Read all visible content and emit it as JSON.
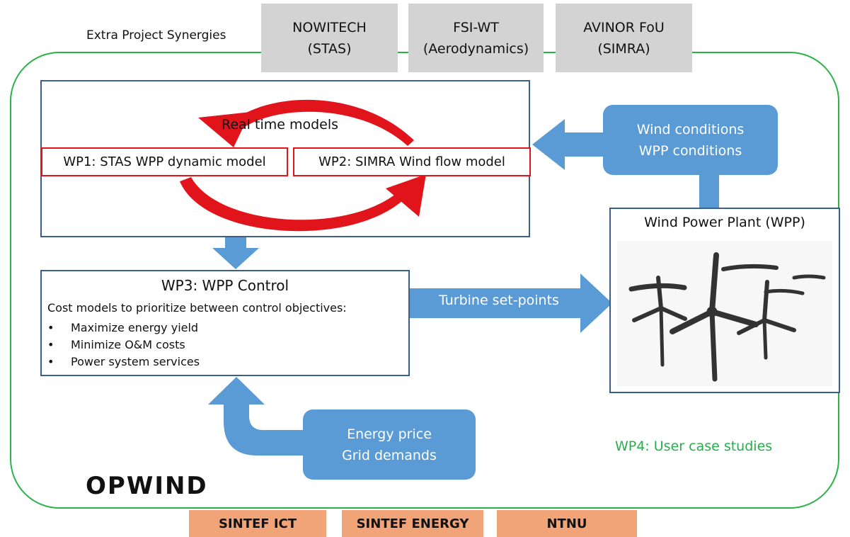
{
  "extra_synergies_label": "Extra Project Synergies",
  "synergies": [
    {
      "label": "NOWITECH\n(STAS)"
    },
    {
      "label": "FSI-WT\n(Aerodynamics)"
    },
    {
      "label": "AVINOR FoU\n(SIMRA)"
    }
  ],
  "real_time": {
    "title": "Real time models",
    "wp1": "WP1: STAS WPP dynamic model",
    "wp2": "WP2: SIMRA Wind flow model"
  },
  "wind_conditions": {
    "line1": "Wind conditions",
    "line2": "WPP conditions"
  },
  "wpp": {
    "title": "Wind Power Plant (WPP)"
  },
  "wp3": {
    "title": "WP3: WPP Control",
    "subtitle": "Cost models to prioritize between control objectives:",
    "bullets": [
      "Maximize energy yield",
      "Minimize O&M costs",
      "Power system services"
    ]
  },
  "turbine_setpoints": "Turbine set-points",
  "energy": {
    "line1": "Energy price",
    "line2": "Grid demands"
  },
  "wp4": "WP4: User case studies",
  "project_name": "OPWIND",
  "partners": [
    "SINTEF ICT",
    "SINTEF ENERGY",
    "NTNU"
  ],
  "colors": {
    "frame_green": "#2bb34a",
    "arrow_blue": "#5b9bd5",
    "cycle_red": "#e1141b",
    "partner_orange": "#f2a479",
    "synergy_gray": "#d3d3d3"
  },
  "icons": [
    "cycle-arrows-icon",
    "wind-turbines-sketch-icon"
  ]
}
